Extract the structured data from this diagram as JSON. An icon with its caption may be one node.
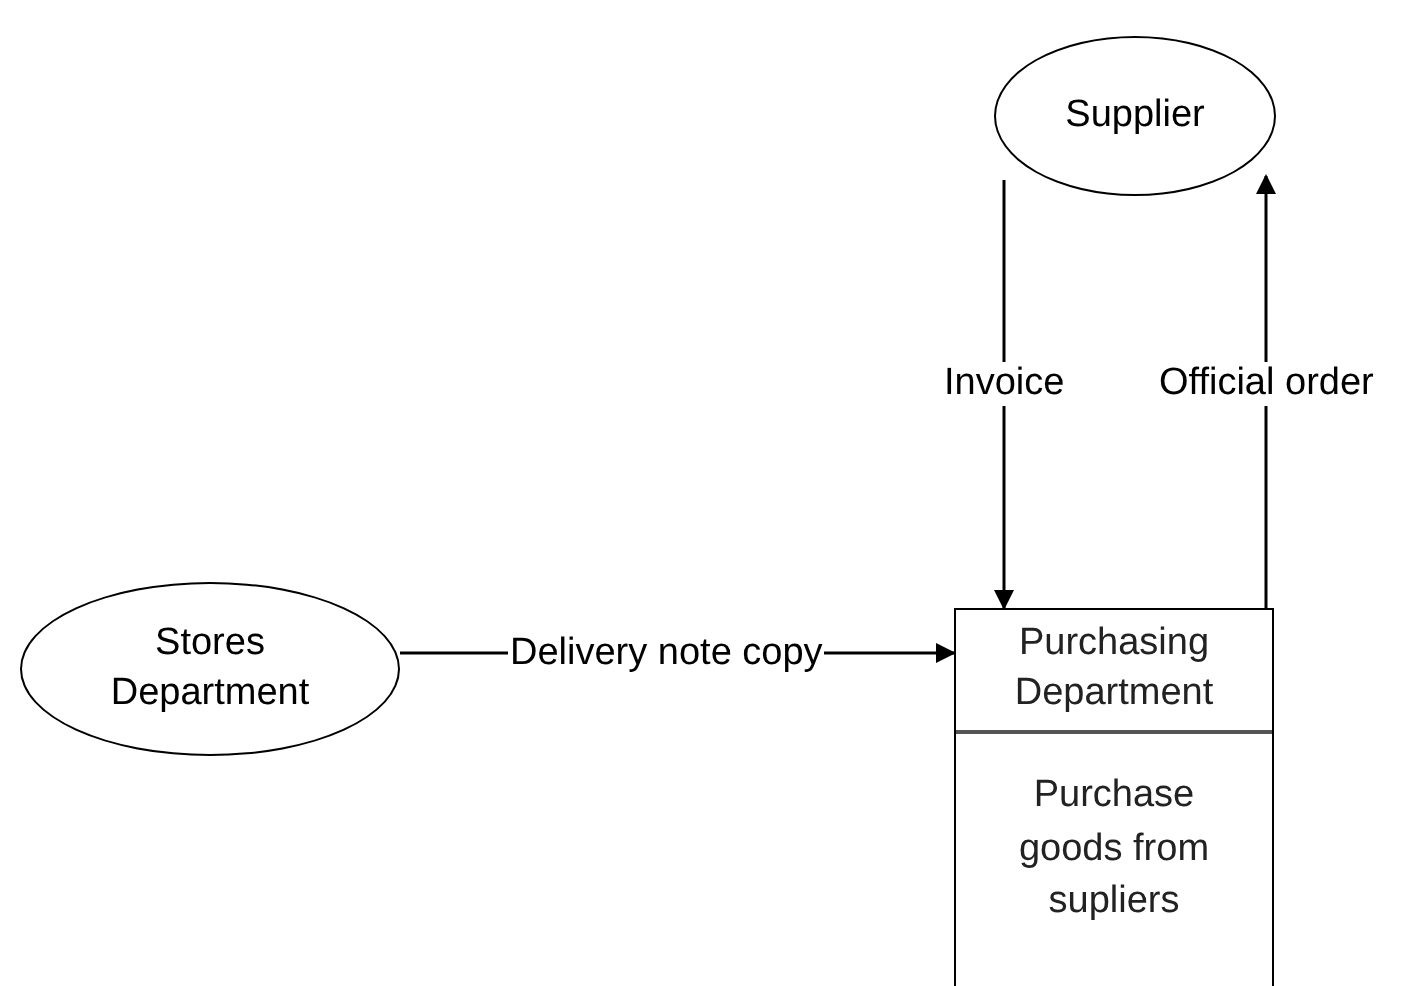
{
  "diagram": {
    "nodes": [
      {
        "text": [
          "Supplier"
        ]
      },
      {
        "text": [
          "Stores Department"
        ]
      },
      {
        "text": [
          "Purchasing Department",
          "Purchase goods from supliers"
        ]
      }
    ],
    "edges": [
      {
        "from": 0,
        "to": 2,
        "arrow": "to",
        "label": "Invoice"
      },
      {
        "from": 2,
        "to": 0,
        "arrow": "to",
        "label": "Official order"
      },
      {
        "from": 1,
        "to": 2,
        "arrow": "to",
        "label": "Delivery note copy"
      }
    ]
  }
}
